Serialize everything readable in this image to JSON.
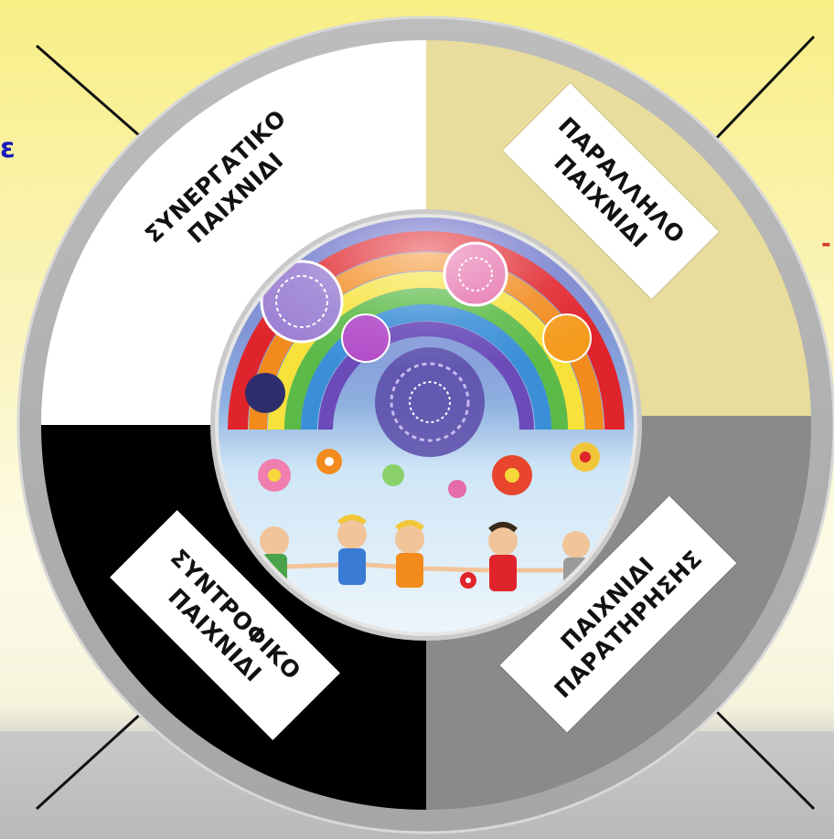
{
  "slide": {
    "edge_left_glyph": "ε",
    "edge_right_glyph": "-"
  },
  "wheel": {
    "center_image": "children-playing-rainbow-illustration",
    "colors": {
      "background_top": "#f8ef86",
      "ring": "#b3b3b3",
      "quadrant_top_left": "#ffffff",
      "quadrant_top_right": "#e8dd9c",
      "quadrant_bottom_left": "#000000",
      "quadrant_bottom_right": "#8a8a8a",
      "label_box": "#ffffff"
    },
    "quadrants": [
      {
        "position": "top-left",
        "lines": [
          "ΣΥΝΕΡΓΑΤΙΚΟ",
          "ΠΑΙΧΝΙΔΙ"
        ]
      },
      {
        "position": "top-right",
        "lines": [
          "ΠΑΡΑΛΛΗΛΟ",
          "ΠΑΙΧΝΙΔΙ"
        ]
      },
      {
        "position": "bottom-left",
        "lines": [
          "ΣΥΝΤΡΟΦΙΚΟ",
          "ΠΑΙΧΝΙΔΙ"
        ]
      },
      {
        "position": "bottom-right",
        "lines": [
          "ΠΑΙΧΝΙΔΙ",
          "ΠΑΡΑΤΗΡΗΣΗΣ"
        ]
      }
    ]
  }
}
